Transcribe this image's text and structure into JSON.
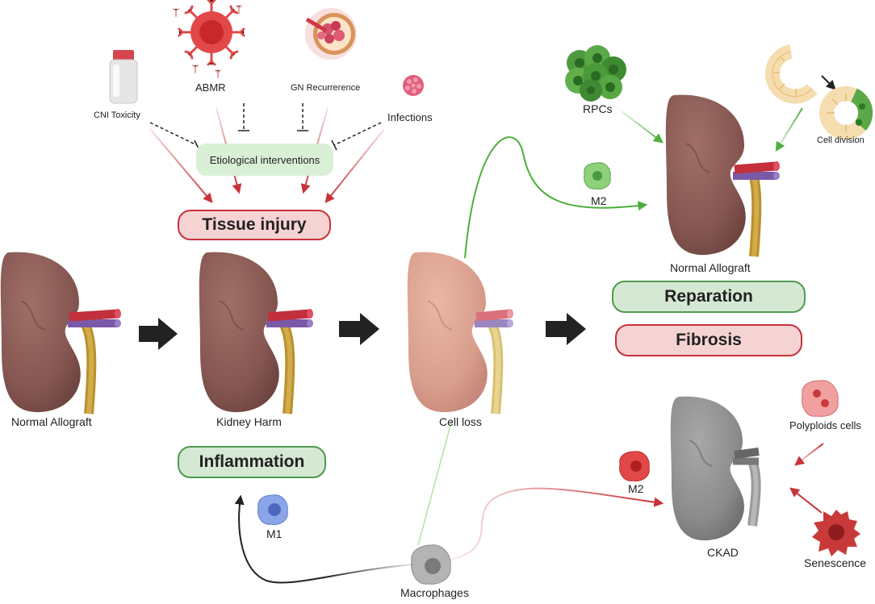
{
  "labels": {
    "normal_allograft_left": "Normal Allograft",
    "kidney_harm": "Kidney Harm",
    "cell_loss": "Cell loss",
    "normal_allograft_right": "Normal Allograft",
    "ckad": "CKAD",
    "cni_toxicity": "CNI Toxicity",
    "abmr": "ABMR",
    "gn_recurrence": "GN Recurrerence",
    "infections": "Infections",
    "rpcs": "RPCs",
    "cell_division": "Cell division",
    "m2_top": "M2",
    "m2_bottom": "M2",
    "m1": "M1",
    "macrophages": "Macrophages",
    "polyploids": "Polyploids cells",
    "senescence": "Senescence"
  },
  "boxes": {
    "etiological": "Etiological interventions",
    "tissue_injury": "Tissue injury",
    "inflammation": "Inflammation",
    "reparation": "Reparation",
    "fibrosis": "Fibrosis"
  },
  "colors": {
    "kidney_brown": "#8a5b56",
    "kidney_pink": "#d9a291",
    "kidney_gray": "#8f8f8f",
    "red_arrow": "#c8323a",
    "green_arrow": "#4caf3c",
    "black_arrow": "#222222"
  }
}
